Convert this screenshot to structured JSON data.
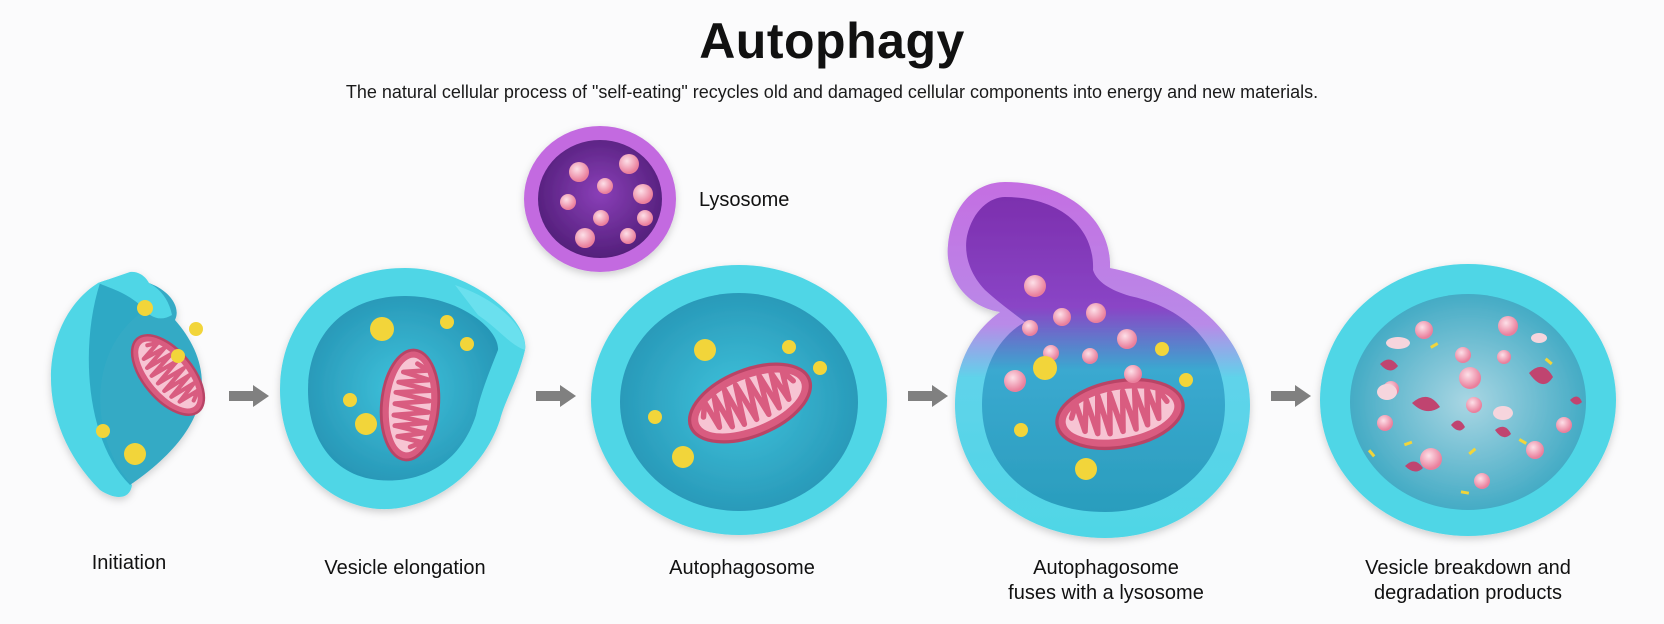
{
  "title": "Autophagy",
  "subtitle": "The natural cellular process of \"self-eating\" recycles old and damaged cellular components into energy and new materials.",
  "lysosome_label": "Lysosome",
  "stages": [
    {
      "line1": "Initiation",
      "line2": ""
    },
    {
      "line1": "Vesicle elongation",
      "line2": ""
    },
    {
      "line1": "Autophagosome",
      "line2": ""
    },
    {
      "line1": "Autophagosome",
      "line2": "fuses with a lysosome"
    },
    {
      "line1": "Vesicle breakdown and",
      "line2": "degradation products"
    }
  ],
  "colors": {
    "membrane": "#4fd6e6",
    "lumen": "#2ba6c3",
    "lysosome_rim": "#c36be0",
    "lysosome_fill": "#6a2a94",
    "enzyme": "#f39ab3",
    "mitochondrion": "#e06a8a",
    "granule": "#f2d53a",
    "arrow": "#808080"
  }
}
